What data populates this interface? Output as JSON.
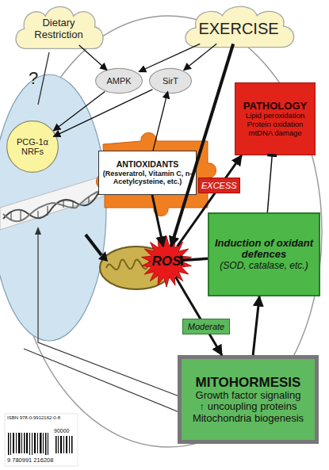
{
  "diagram": {
    "nodes": [
      {
        "text": [
          "Dietary Restriction"
        ]
      },
      {
        "text": [
          "EXERCISE"
        ]
      },
      {
        "text": [
          "AMPK"
        ]
      },
      {
        "text": [
          "SirT"
        ]
      },
      {
        "text": [
          "PCG-1α NRFs"
        ]
      },
      {
        "text": [
          "PATHOLOGY",
          "Lipid peroxidation",
          "Protein oxidation",
          "mtDNA damage"
        ]
      },
      {
        "text": [
          "ANTIOXIDANTS",
          "(Resveratrol, Vitamin C, n-Acetylcysteine, etc.)"
        ]
      },
      {
        "text": [
          "ROS"
        ]
      },
      {
        "text": [
          "Induction of oxidant defences",
          "(SOD, catalase, etc.)"
        ]
      },
      {
        "text": [
          "MITOHORMESIS",
          "Growth factor signaling",
          "↑ uncoupling proteins",
          "Mitochondria biogenesis"
        ]
      }
    ],
    "edges": [
      {
        "from": 0,
        "to": 2,
        "arrow": "to"
      },
      {
        "from": 1,
        "to": 2,
        "arrow": "to"
      },
      {
        "from": 1,
        "to": 3,
        "arrow": "to"
      },
      {
        "from": 1,
        "to": 7,
        "arrow": "to"
      },
      {
        "from": 2,
        "to": 4,
        "arrow": "to"
      },
      {
        "from": 3,
        "to": 4,
        "arrow": "to"
      },
      {
        "from": 6,
        "to": 3,
        "arrow": "to"
      },
      {
        "from": 6,
        "to": 7,
        "arrow": "to"
      },
      {
        "from": 7,
        "to": 5,
        "label": "EXCESS",
        "arrow": "to"
      },
      {
        "from": 7,
        "to": 9,
        "label": "Moderate",
        "arrow": "to"
      },
      {
        "from": 8,
        "to": 7,
        "arrow": "to"
      },
      {
        "from": 8,
        "to": 5,
        "arrow": "to"
      },
      {
        "from": 9,
        "to": 8,
        "arrow": "to"
      }
    ],
    "labels": [
      "?",
      "ISBN 978-0-9912162-0-8",
      "90000",
      "9 780991 216208"
    ]
  }
}
